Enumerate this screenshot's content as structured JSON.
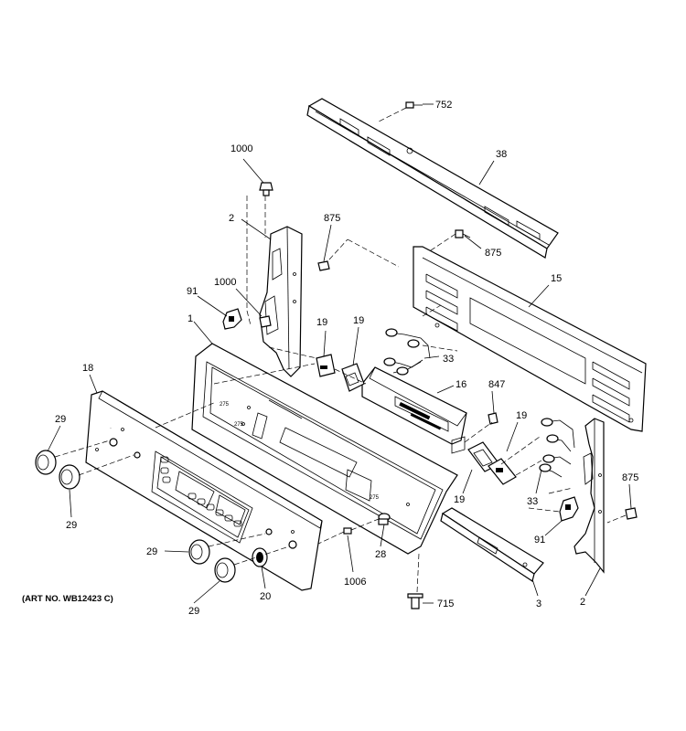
{
  "art_number": "(ART NO. WB12423 C)",
  "callouts": {
    "p752": "752",
    "p38": "38",
    "p1000_top": "1000",
    "p875_top": "875",
    "p2_left": "2",
    "p875_mid": "875",
    "p15": "15",
    "p91_left": "91",
    "p1000_mid": "1000",
    "p1": "1",
    "p19_a": "19",
    "p19_b": "19",
    "p33_top": "33",
    "p16": "16",
    "p847": "847",
    "p18": "18",
    "p19_c": "19",
    "p29_a": "29",
    "p29_b": "29",
    "p19_d": "19",
    "p875_right": "875",
    "p33_bottom": "33",
    "p28": "28",
    "p91_right": "91",
    "p29_c": "29",
    "p1006": "1006",
    "p20": "20",
    "p29_d": "29",
    "p715": "715",
    "p3": "3",
    "p2_right": "2"
  }
}
